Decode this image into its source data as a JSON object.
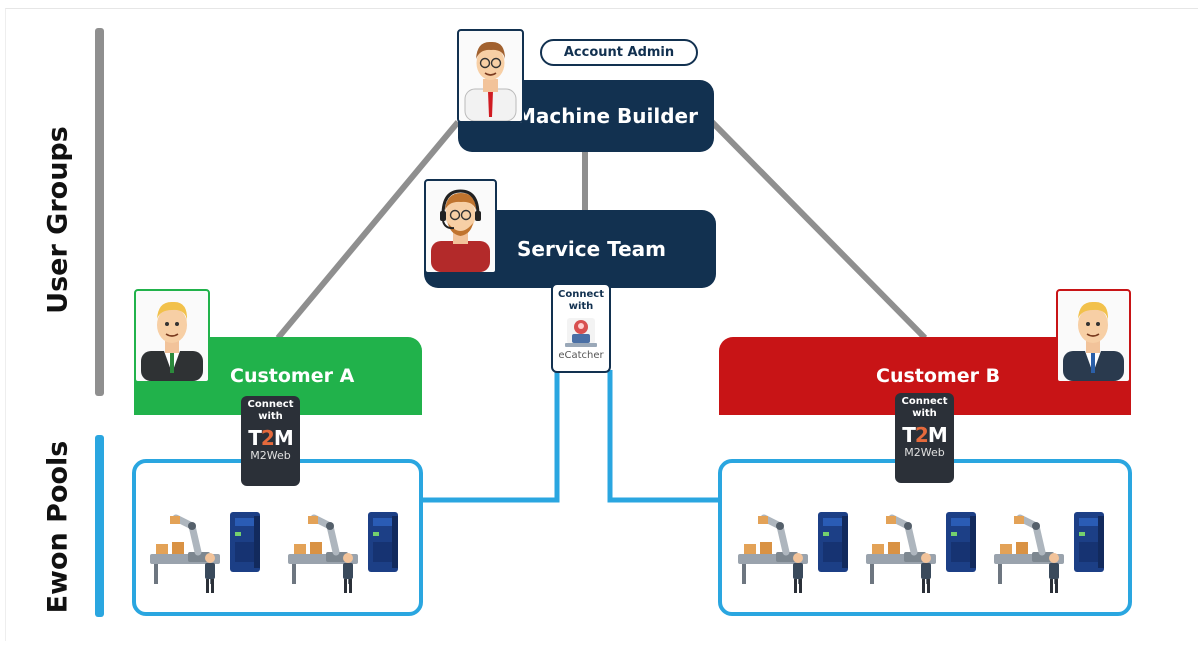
{
  "labels": {
    "user_groups": "User Groups",
    "ewon_pools": "Ewon Pools"
  },
  "nodes": {
    "account_admin": "Account Admin",
    "machine_builder": "Machine Builder",
    "service_team": "Service Team",
    "customer_a": "Customer A",
    "customer_b": "Customer B"
  },
  "connectors": {
    "ecatcher": {
      "connect": "Connect",
      "with": "with",
      "name": "eCatcher"
    },
    "m2web_a": {
      "connect": "Connect",
      "with": "with",
      "logo_t": "T",
      "logo_2": "2",
      "logo_m": "M",
      "name": "M2Web"
    },
    "m2web_b": {
      "connect": "Connect",
      "with": "with",
      "logo_t": "T",
      "logo_2": "2",
      "logo_m": "M",
      "name": "M2Web"
    }
  },
  "pools": {
    "pool_a": {
      "machines": 2
    },
    "pool_b": {
      "machines": 3
    }
  },
  "colors": {
    "navy": "#123150",
    "green": "#21b24b",
    "red": "#c81416",
    "blue_line": "#2aa6e0",
    "gray_line": "#8f8f8f",
    "tag_dark": "#2b3038",
    "t2m_orange": "#e66a3c"
  },
  "icons": [
    "person-icon",
    "headset-person-icon",
    "robot-arm-icon",
    "ewon-device-icon",
    "ecatcher-icon"
  ]
}
